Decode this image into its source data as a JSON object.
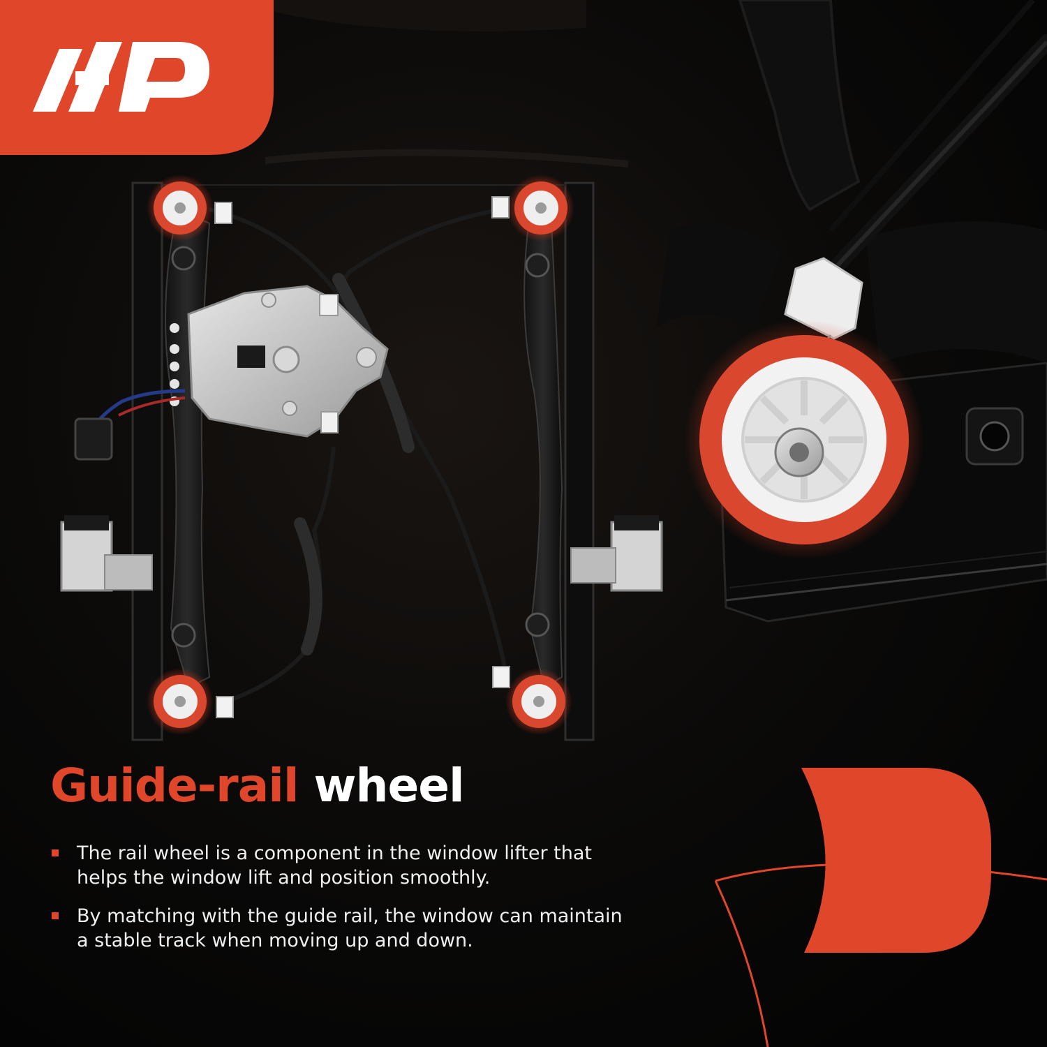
{
  "brand": {
    "name": "A-Premium",
    "logo_icon": "a-premium-logo-icon",
    "accent_color": "#e0462a"
  },
  "headline": {
    "accent": "Guide-rail",
    "rest": " wheel"
  },
  "bullets": [
    {
      "text": "The rail wheel is a component in the window lifter that helps the window lift and position smoothly."
    },
    {
      "text": "By matching with the guide rail, the window can maintain a stable track when moving up and down."
    }
  ],
  "product": {
    "name": "window-regulator",
    "highlight_color": "#e0462a"
  }
}
